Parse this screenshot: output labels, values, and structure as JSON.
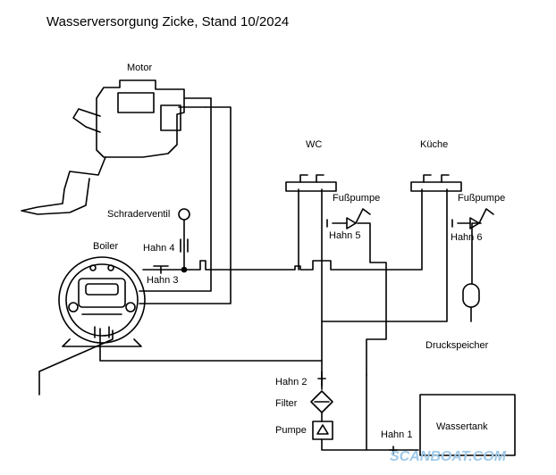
{
  "title": "Wasserversorgung Zicke, Stand 10/2024",
  "labels": {
    "motor": "Motor",
    "wc": "WC",
    "kueche": "Küche",
    "fusspumpe_wc": "Fußpumpe",
    "fusspumpe_kueche": "Fußpumpe",
    "schraderventil": "Schraderventil",
    "boiler": "Boiler",
    "hahn_4": "Hahn 4",
    "hahn_3": "Hahn 3",
    "hahn_5": "Hahn 5",
    "hahn_6": "Hahn 6",
    "druckspeicher": "Druckspeicher",
    "hahn_2": "Hahn 2",
    "filter": "Filter",
    "pumpe": "Pumpe",
    "hahn_1": "Hahn 1",
    "wassertank": "Wassertank"
  },
  "watermark": "SCANBOAT.COM",
  "colors": {
    "line": "#000000",
    "background": "#ffffff",
    "watermark": "#9ec9e8"
  }
}
